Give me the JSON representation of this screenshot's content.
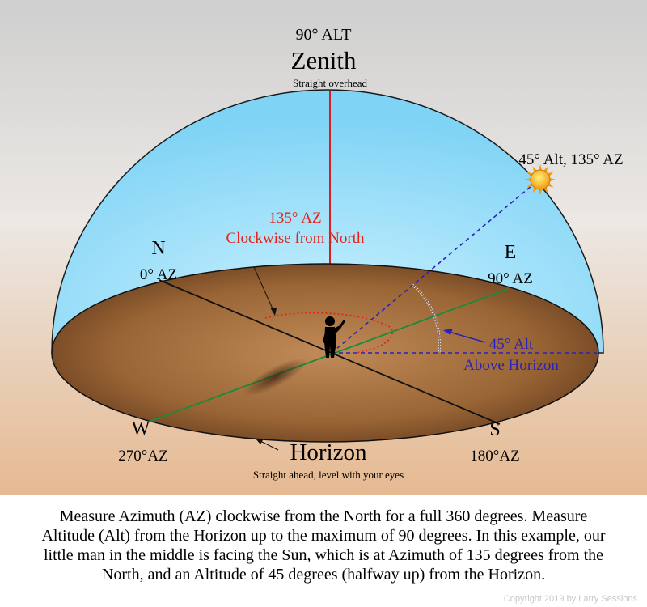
{
  "zenith": {
    "alt_label": "90° ALT",
    "title": "Zenith",
    "subtitle": "Straight overhead"
  },
  "sun": {
    "label": "45° Alt, 135° AZ",
    "altitude_deg": 45,
    "azimuth_deg": 135
  },
  "north": {
    "letter": "N",
    "az": "0° AZ"
  },
  "east": {
    "letter": "E",
    "az": "90° AZ"
  },
  "south": {
    "letter": "S",
    "az": "180°AZ"
  },
  "west": {
    "letter": "W",
    "az": "270°AZ"
  },
  "azimuth_note": {
    "line1": "135° AZ",
    "line2": "Clockwise from North"
  },
  "altitude_note": {
    "line1": "45° Alt",
    "line2": "Above Horizon"
  },
  "horizon": {
    "title": "Horizon",
    "subtitle": "Straight ahead, level with your eyes"
  },
  "caption": {
    "line1": "Measure Azimuth (AZ) clockwise from the North for a  full 360 degrees. Measure",
    "line2": "Altitude (Alt) from the Horizon up to the maximum of 90 degrees. In this example, our",
    "line3": "little man in the middle is facing the Sun, which is at Azimuth of 135 degrees from the",
    "line4": "North, and an Altitude of 45 degrees (halfway up) from the Horizon."
  },
  "copyright": "Copyright 2019 by Larry Sessions",
  "colors": {
    "sky": "#8fdcf8",
    "ground": "#a06d3c",
    "azimuth_red": "#e2231a",
    "altitude_blue": "#2a22b8",
    "ew_line": "#1a8a3a"
  }
}
